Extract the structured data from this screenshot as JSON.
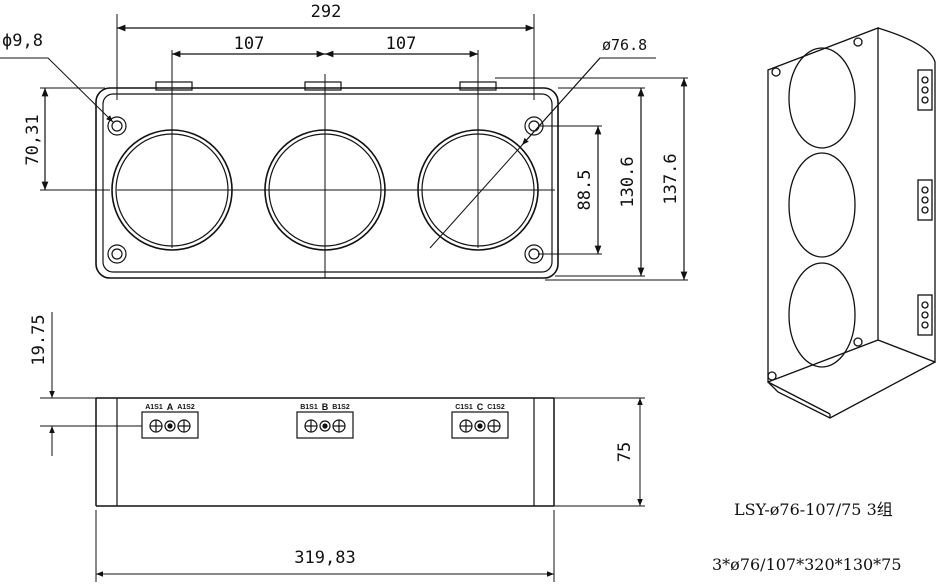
{
  "dimensions": {
    "overall_width": "292",
    "pitch_left": "107",
    "pitch_right": "107",
    "mount_hole_dia": "ϕ9,8",
    "window_dia": "ø76.8",
    "left_height": "70,31",
    "window_height": "88.5",
    "inner_height": "130.6",
    "outer_height": "137.6",
    "top_offset": "19.75",
    "side_height": "75",
    "base_width": "319,83"
  },
  "terminals": [
    {
      "phase": "A",
      "left_code": "A1S1",
      "right_code": "A1S2"
    },
    {
      "phase": "B",
      "left_code": "B1S1",
      "right_code": "B1S2"
    },
    {
      "phase": "C",
      "left_code": "C1S1",
      "right_code": "C1S2"
    }
  ],
  "spec": {
    "model": "LSY-ø76-107/75 3组",
    "size": "3*ø76/107*320*130*75"
  }
}
